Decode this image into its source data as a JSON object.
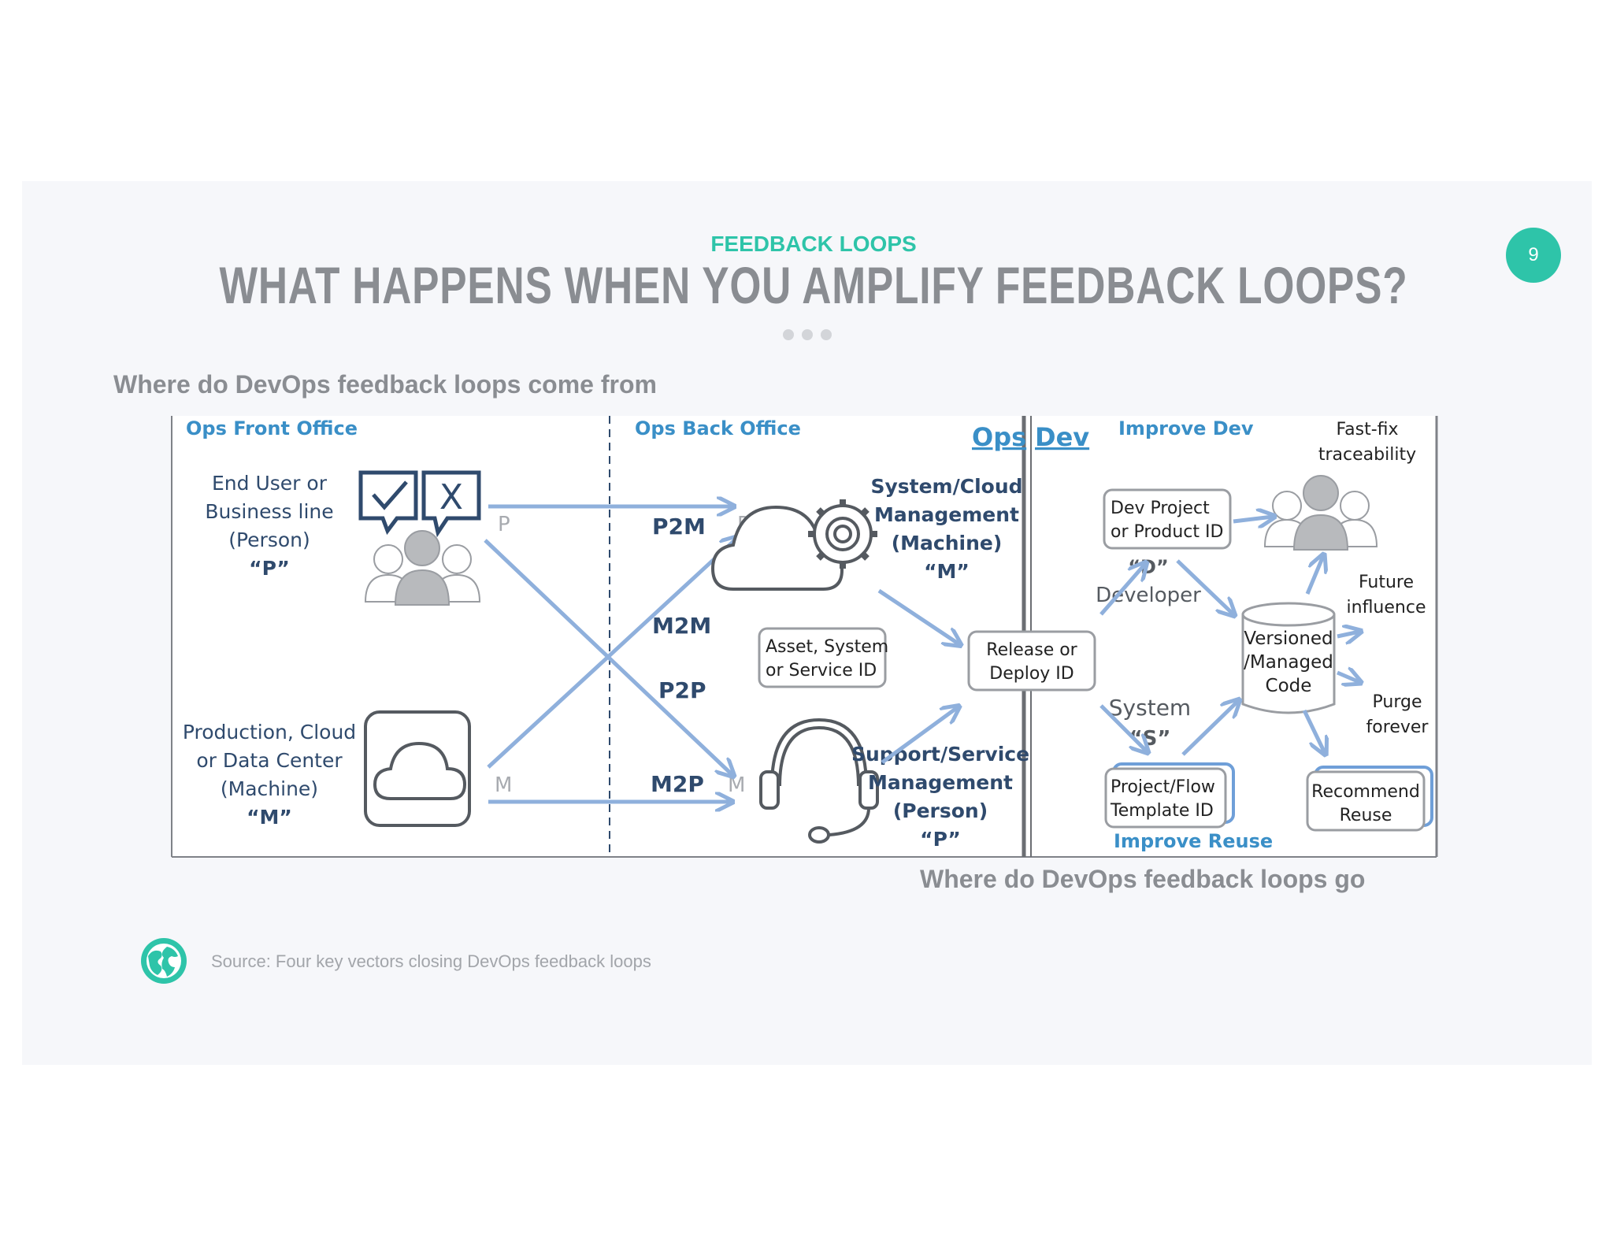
{
  "slide": {
    "eyebrow": "FEEDBACK LOOPS",
    "title": "WHAT HAPPENS WHEN YOU AMPLIFY FEEDBACK LOOPS?",
    "page_number": "9",
    "subtitle": "Where do DevOps feedback loops come from",
    "bottom_caption": "Where do DevOps feedback loops go",
    "source": "Source: Four key vectors closing DevOps feedback loops"
  },
  "diagram": {
    "headers": {
      "ops_front_office": "Ops Front Office",
      "ops_back_office": "Ops Back Office",
      "ops": "Ops",
      "dev": "Dev",
      "improve_dev": "Improve Dev",
      "improve_reuse": "Improve Reuse"
    },
    "end_user": {
      "line1": "End User or",
      "line2": "Business line",
      "line3": "(Person)",
      "line4": "“P”"
    },
    "production": {
      "line1": "Production, Cloud",
      "line2": "or Data Center",
      "line3": "(Machine)",
      "line4": "“M”"
    },
    "checkbox_x": "X",
    "letters": {
      "p_left": "P",
      "m_left": "M",
      "p_right": "P",
      "m_right": "M"
    },
    "vectors": {
      "p2m": "P2M",
      "m2m": "M2M",
      "p2p": "P2P",
      "m2p": "M2P"
    },
    "system_cloud": {
      "line1": "System/Cloud",
      "line2": "Management",
      "line3": "(Machine)",
      "line4": "“M”"
    },
    "support": {
      "line1": "Support/Service",
      "line2": "Management",
      "line3": "(Person)",
      "line4": "“P”"
    },
    "asset_box": {
      "line1": "Asset, System",
      "line2": "or Service ID"
    },
    "release_box": {
      "line1": "Release or",
      "line2": "Deploy ID"
    },
    "dev_project_box": {
      "line1": "Dev Project",
      "line2": "or Product ID"
    },
    "developer": {
      "line1": "“D”",
      "line2": "Developer"
    },
    "system": {
      "line1": "System",
      "line2": "“S”"
    },
    "project_flow_box": {
      "line1": "Project/Flow",
      "line2": "Template ID"
    },
    "versioned": {
      "line1": "Versioned",
      "line2": "/Managed",
      "line3": "Code"
    },
    "fast_fix": {
      "line1": "Fast-fix",
      "line2": "traceability"
    },
    "future": {
      "line1": "Future",
      "line2": "influence"
    },
    "purge": {
      "line1": "Purge",
      "line2": "forever"
    },
    "recommend_box": {
      "line1": "Recommend",
      "line2": "Reuse"
    }
  },
  "colors": {
    "accent": "#2ec4a9",
    "title_gray": "#8a8d92",
    "header_blue": "#3a8fc7",
    "arrow_blue": "#8fb0dc",
    "dark_navy": "#2f4a6d"
  }
}
